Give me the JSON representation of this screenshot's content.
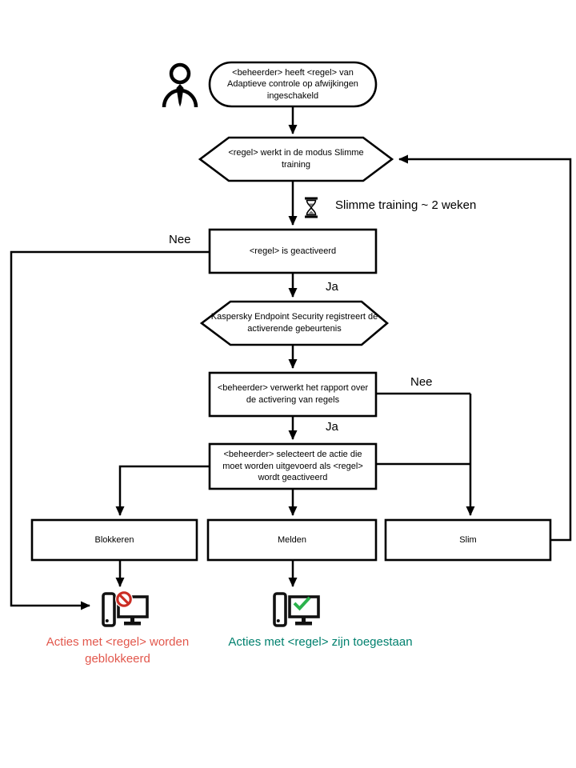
{
  "diagram": {
    "nodes": {
      "start": "<beheerder> heeft <regel> van Adaptieve controle op afwijkingen ingeschakeld",
      "smart_training_mode": "<regel> werkt in de modus Slimme training",
      "training_duration": "Slimme training ~ 2 weken",
      "rule_triggered": "<regel> is geactiveerd",
      "kes_registers": "Kaspersky Endpoint Security registreert de activerende gebeurtenis",
      "admin_processes_report": "<beheerder> verwerkt het rapport over de activering van regels",
      "admin_selects_action": "<beheerder> selecteert de actie die moet worden uitgevoerd als <regel> wordt geactiveerd",
      "action_block": "Blokkeren",
      "action_inform": "Melden",
      "action_smart": "Slim",
      "result_blocked": "Acties met <regel> worden geblokkeerd",
      "result_allowed": "Acties met <regel> zijn toegestaan"
    },
    "edge_labels": {
      "no_1": "Nee",
      "yes_1": "Ja",
      "no_2": "Nee",
      "yes_2": "Ja"
    },
    "icons": {
      "actor": "person-icon",
      "wait": "hourglass-icon",
      "blocked": "computer-blocked-icon",
      "allowed": "computer-allowed-icon"
    },
    "colors": {
      "line": "#000000",
      "blocked_text": "#e2574c",
      "allowed_text": "#00806e",
      "blocked_icon": "#cb2d24",
      "allowed_icon": "#2bb24c"
    }
  }
}
